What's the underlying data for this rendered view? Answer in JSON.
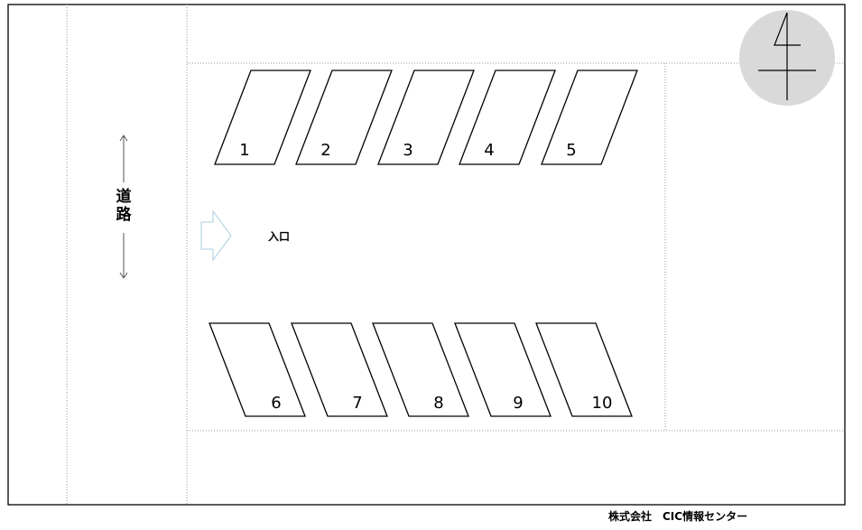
{
  "road": {
    "chars": [
      "道",
      "路"
    ]
  },
  "entrance": {
    "label": "入口"
  },
  "slots_top": [
    "1",
    "2",
    "3",
    "4",
    "5"
  ],
  "slots_bottom": [
    "6",
    "7",
    "8",
    "9",
    "10"
  ],
  "compass": {
    "icon": "north-arrow-icon",
    "glyph": "4"
  },
  "footer": {
    "text": "株式会社　CIC情報センター"
  },
  "colors": {
    "line": "#000000",
    "dotted": "#999999",
    "compass_bg": "#d9d9d9",
    "entrance_arrow": "#bcd8e6"
  }
}
